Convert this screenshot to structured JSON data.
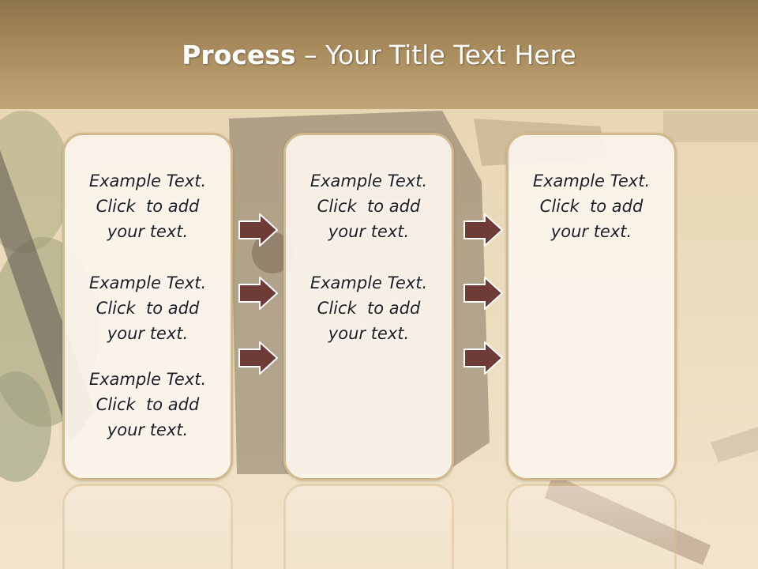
{
  "slide": {
    "title_bold": "Process",
    "title_rest": " – Your Title Text Here",
    "columns": [
      {
        "items": [
          {
            "lines": [
              "Example Text.",
              "Click  to add",
              "your text."
            ]
          },
          {
            "lines": [
              "Example Text.",
              "Click  to add",
              "your text."
            ]
          },
          {
            "lines": [
              "Example Text.",
              "Click  to add",
              "your text."
            ]
          }
        ]
      },
      {
        "items": [
          {
            "lines": [
              "Example Text.",
              "Click  to add",
              "your text."
            ]
          },
          {
            "lines": [
              "Example Text.",
              "Click  to add",
              "your text."
            ]
          }
        ]
      },
      {
        "items": [
          {
            "lines": [
              "Example Text.",
              "Click  to add",
              "your text."
            ]
          }
        ]
      }
    ],
    "colors": {
      "title_bar": "#a98c5e",
      "box_fill": "#fbf4ec",
      "box_border": "#d2b98c",
      "arrow_fill": "#6e3b37",
      "arrow_stroke": "#ffffff"
    }
  }
}
